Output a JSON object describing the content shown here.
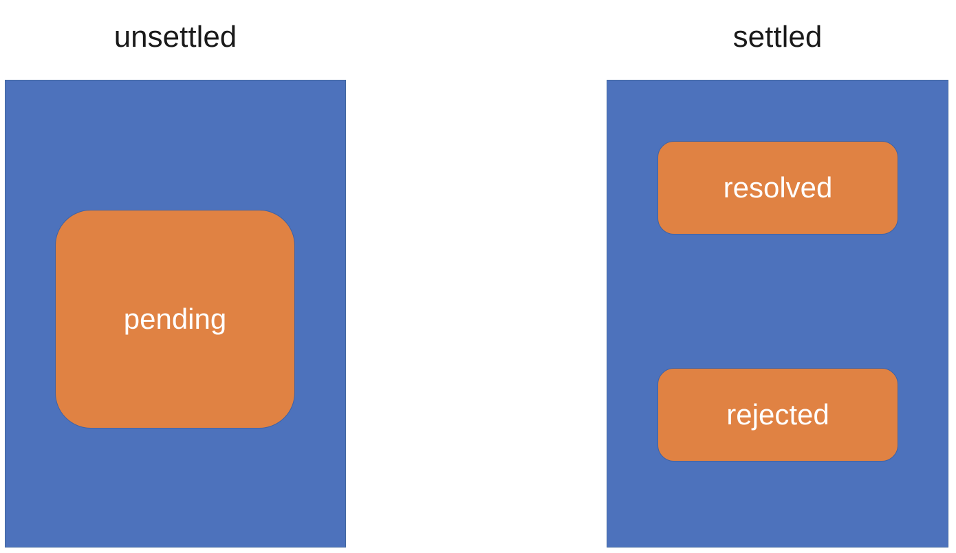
{
  "colors": {
    "panel_fill": "#4d72bc",
    "state_fill": "#e08243",
    "state_text": "#ffffff",
    "label_text": "#1a1a1a"
  },
  "groups": {
    "unsettled": {
      "label": "unsettled",
      "states": [
        "pending"
      ]
    },
    "settled": {
      "label": "settled",
      "states": [
        "resolved",
        "rejected"
      ]
    }
  }
}
